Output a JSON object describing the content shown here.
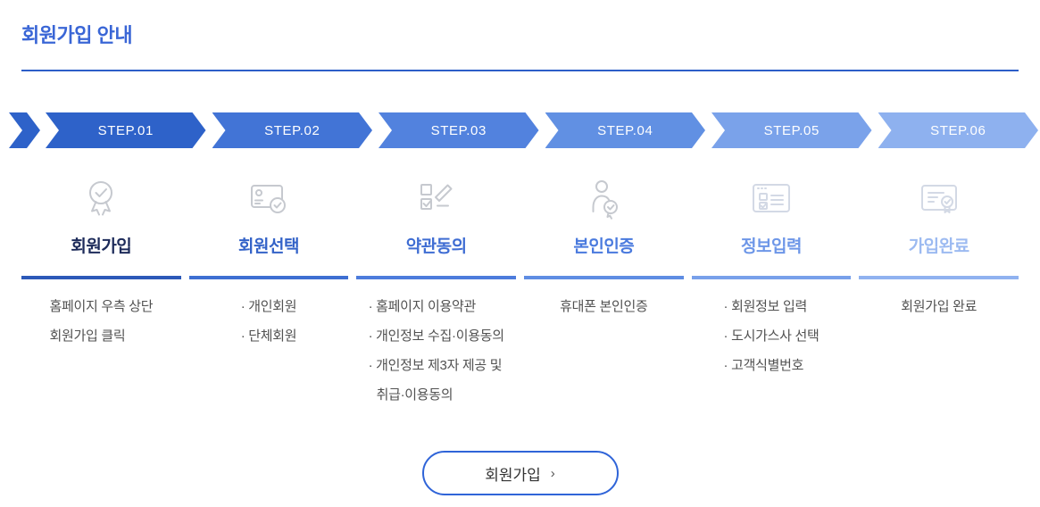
{
  "header": {
    "title": "회원가입 안내",
    "title_color": "#3a66d6",
    "rule_color": "#2d5ec8"
  },
  "steps": [
    {
      "step_label": "STEP.01",
      "title": "회원가입",
      "icon": "medal-check-icon",
      "banner_color": "#2e62c9",
      "bar_color": "#2c59b8",
      "title_color": "#1d2b5a",
      "icon_color": "#c6c9cf",
      "description_lines": [
        "홈페이지 우측 상단",
        "회원가입 클릭"
      ]
    },
    {
      "step_label": "STEP.02",
      "title": "회원선택",
      "icon": "id-card-check-icon",
      "banner_color": "#4274d6",
      "bar_color": "#3e6fd2",
      "title_color": "#3463c8",
      "icon_color": "#c6c9cf",
      "description_lines": [
        "· 개인회원",
        "· 단체회원"
      ]
    },
    {
      "step_label": "STEP.03",
      "title": "약관동의",
      "icon": "checklist-pen-icon",
      "banner_color": "#5282de",
      "bar_color": "#4d7cdc",
      "title_color": "#3f6dd3",
      "icon_color": "#c6c9cf",
      "description_lines": [
        "· 홈페이지 이용약관",
        "· 개인정보 수집·이용동의",
        "· 개인정보 제3자 제공 및",
        "취급·이용동의"
      ]
    },
    {
      "step_label": "STEP.04",
      "title": "본인인증",
      "icon": "person-check-icon",
      "banner_color": "#6190e3",
      "bar_color": "#5f8de3",
      "title_color": "#4a7ade",
      "icon_color": "#c6c9cf",
      "description_lines": [
        "휴대폰 본인인증"
      ]
    },
    {
      "step_label": "STEP.05",
      "title": "정보입력",
      "icon": "form-window-icon",
      "banner_color": "#7aa2ea",
      "bar_color": "#78a0ea",
      "title_color": "#6e97e8",
      "icon_color": "#d3d9e5",
      "description_lines": [
        "· 회원정보 입력",
        "· 도시가스사 선택",
        "· 고객식별번호"
      ]
    },
    {
      "step_label": "STEP.06",
      "title": "가입완료",
      "icon": "certificate-icon",
      "banner_color": "#8eb1ef",
      "bar_color": "#90b2f0",
      "title_color": "#9cbaf1",
      "icon_color": "#d3d9e5",
      "description_lines": [
        "회원가입 완료"
      ]
    }
  ],
  "cta": {
    "label": "회원가입",
    "chevron": "›",
    "border_color": "#2f64d8"
  }
}
